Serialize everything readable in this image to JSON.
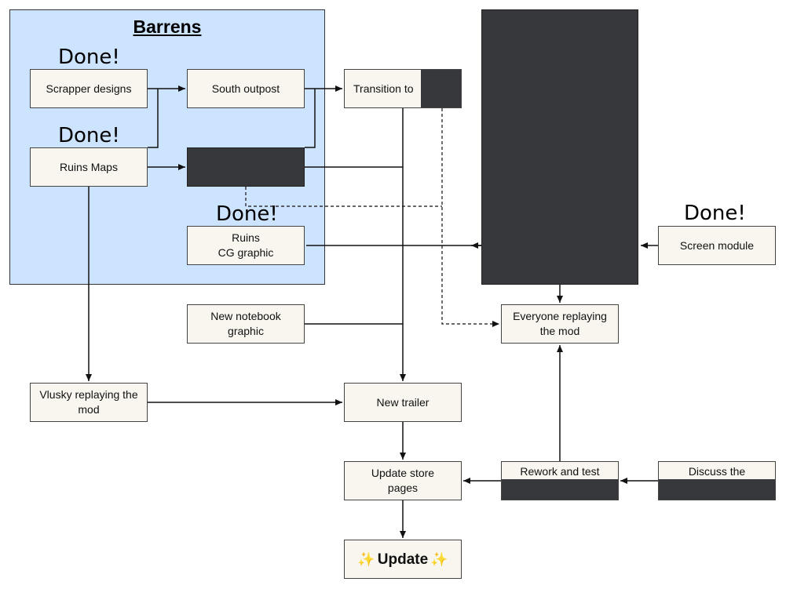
{
  "group": {
    "title": "Barrens"
  },
  "done_label": "Done!",
  "nodes": {
    "scrapper_designs": "Scrapper designs",
    "south_outpost": "South outpost",
    "transition_to": "Transition to",
    "ruins_maps": "Ruins Maps",
    "ruins_cg_graphic": "Ruins\nCG graphic",
    "screen_module": "Screen module",
    "new_notebook_graphic": "New notebook\ngraphic",
    "everyone_replaying": "Everyone replaying\nthe mod",
    "vlusky_replaying": "Vlusky replaying the\nmod",
    "new_trailer": "New trailer",
    "update_store_pages": "Update store\npages",
    "rework_and_test": "Rework and test",
    "discuss_the": "Discuss the",
    "update": "Update"
  },
  "icons": {
    "sparkle": "✨"
  },
  "colors": {
    "group_fill": "#cce4ff",
    "node_fill": "#f8f6ee",
    "redacted": "#36383c",
    "line": "#111111"
  }
}
